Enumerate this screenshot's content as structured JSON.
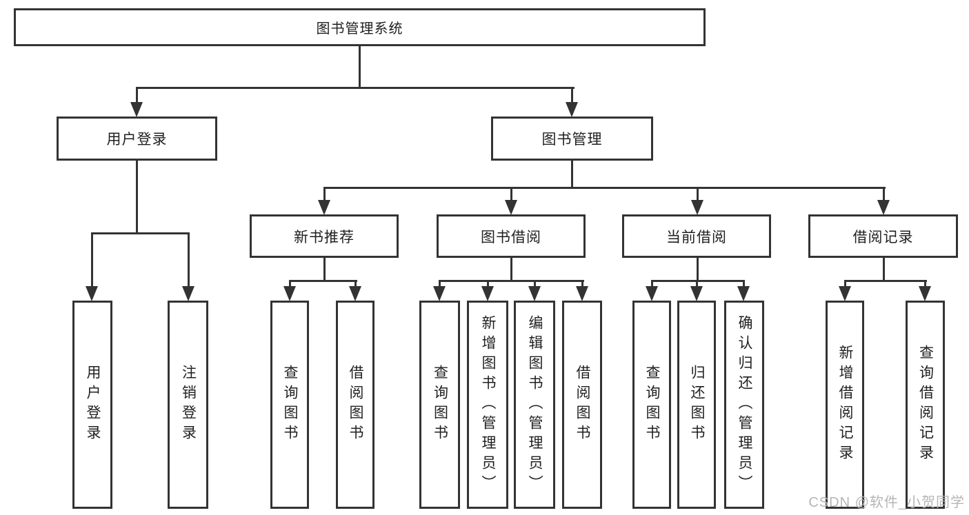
{
  "diagram": {
    "title": "图书管理系统",
    "root": {
      "label": "图书管理系统"
    },
    "level2": [
      {
        "label": "用户登录"
      },
      {
        "label": "图书管理"
      }
    ],
    "level3": [
      {
        "label": "新书推荐"
      },
      {
        "label": "图书借阅"
      },
      {
        "label": "当前借阅"
      },
      {
        "label": "借阅记录"
      }
    ],
    "leaves": {
      "user_login": [
        "用户登录",
        "注销登录"
      ],
      "new_book": [
        "查询图书",
        "借阅图书"
      ],
      "book_borrow": [
        "查询图书",
        "新增图书（管理员）",
        "编辑图书（管理员）",
        "借阅图书"
      ],
      "current_borrow": [
        "查询图书",
        "归还图书",
        "确认归还（管理员）"
      ],
      "records": [
        "新增借阅记录",
        "查询借阅记录"
      ]
    }
  },
  "watermark": "CSDN @软件_小贺同学",
  "colors": {
    "line": "#333333",
    "text": "#1f1f1f",
    "background": "#ffffff",
    "watermark": "#b5b5b5"
  }
}
